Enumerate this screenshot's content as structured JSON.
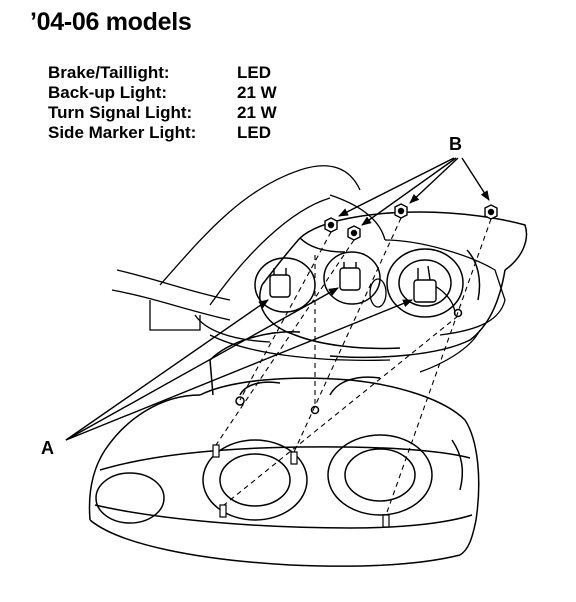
{
  "header": {
    "title": "’04-06 models"
  },
  "specs": [
    {
      "label": "Brake/Taillight:",
      "value": "LED"
    },
    {
      "label": "Back-up Light:",
      "value": "21 W"
    },
    {
      "label": "Turn Signal Light:",
      "value": "21 W"
    },
    {
      "label": "Side Marker Light:",
      "value": "LED"
    }
  ],
  "callouts": {
    "a": "A",
    "b": "B"
  }
}
